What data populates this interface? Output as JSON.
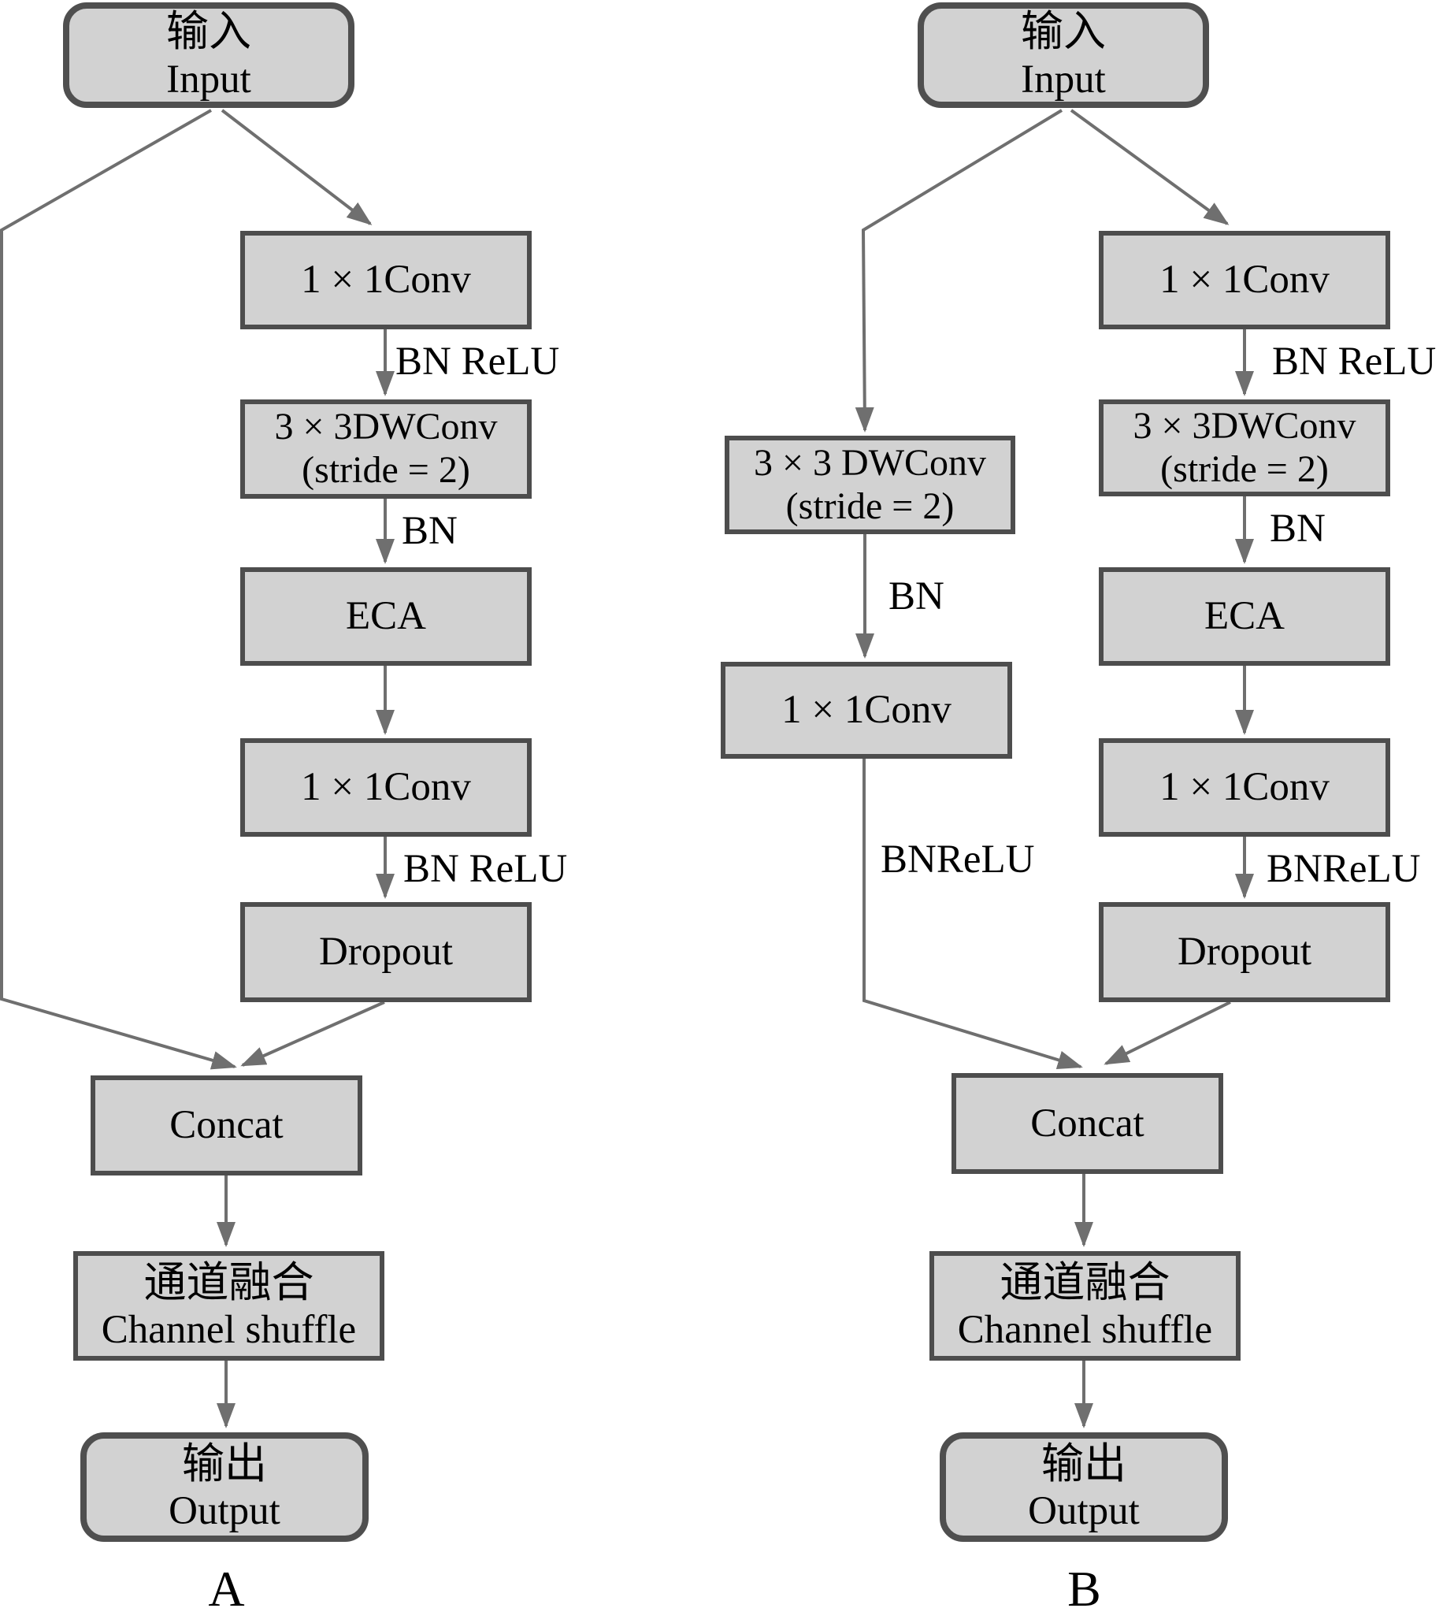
{
  "palette": {
    "node_fill": "#d2d2d2",
    "node_border": "#4d4d4d",
    "wire": "#6f6f6f",
    "text": "#000000"
  },
  "diagram_a": {
    "caption": "A",
    "input": {
      "zh": "输入",
      "en": "Input"
    },
    "conv1": "1 × 1Conv",
    "label_bn_relu_1": "BN ReLU",
    "dwconv": {
      "line1": "3 × 3DWConv",
      "line2": "(stride = 2)"
    },
    "label_bn": "BN",
    "eca": "ECA",
    "conv2": "1 × 1Conv",
    "label_bn_relu_2": "BN ReLU",
    "dropout": "Dropout",
    "concat": "Concat",
    "shuffle": {
      "zh": "通道融合",
      "en": "Channel shuffle"
    },
    "output": {
      "zh": "输出",
      "en": "Output"
    }
  },
  "diagram_b": {
    "caption": "B",
    "input": {
      "zh": "输入",
      "en": "Input"
    },
    "left_branch": {
      "dwconv": {
        "line1": "3 × 3 DWConv",
        "line2": "(stride = 2)"
      },
      "label_bn": "BN",
      "conv": "1 × 1Conv",
      "label_bn_relu": "BNReLU"
    },
    "right_branch": {
      "conv1": "1 × 1Conv",
      "label_bn_relu_1": "BN ReLU",
      "dwconv": {
        "line1": "3 × 3DWConv",
        "line2": "(stride = 2)"
      },
      "label_bn": "BN",
      "eca": "ECA",
      "conv2": "1 × 1Conv",
      "label_bn_relu_2": "BNReLU",
      "dropout": "Dropout"
    },
    "concat": "Concat",
    "shuffle": {
      "zh": "通道融合",
      "en": "Channel shuffle"
    },
    "output": {
      "zh": "输出",
      "en": "Output"
    }
  }
}
